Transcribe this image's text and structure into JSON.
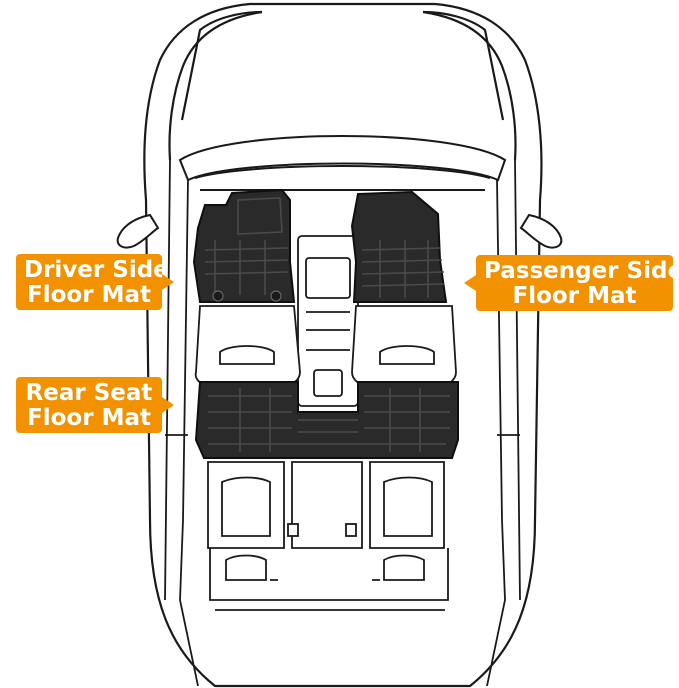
{
  "labels": {
    "driver": {
      "line1": "Driver Side",
      "line2": "Floor Mat"
    },
    "passenger": {
      "line1": "Passenger Side",
      "line2": "Floor Mat"
    },
    "rear": {
      "line1": "Rear Seat",
      "line2": "Floor Mat"
    }
  },
  "colors": {
    "label_background": "#f39200",
    "label_text": "#ffffff",
    "car_outline": "#1a1a1a",
    "mat_fill": "#2a2a2a"
  }
}
